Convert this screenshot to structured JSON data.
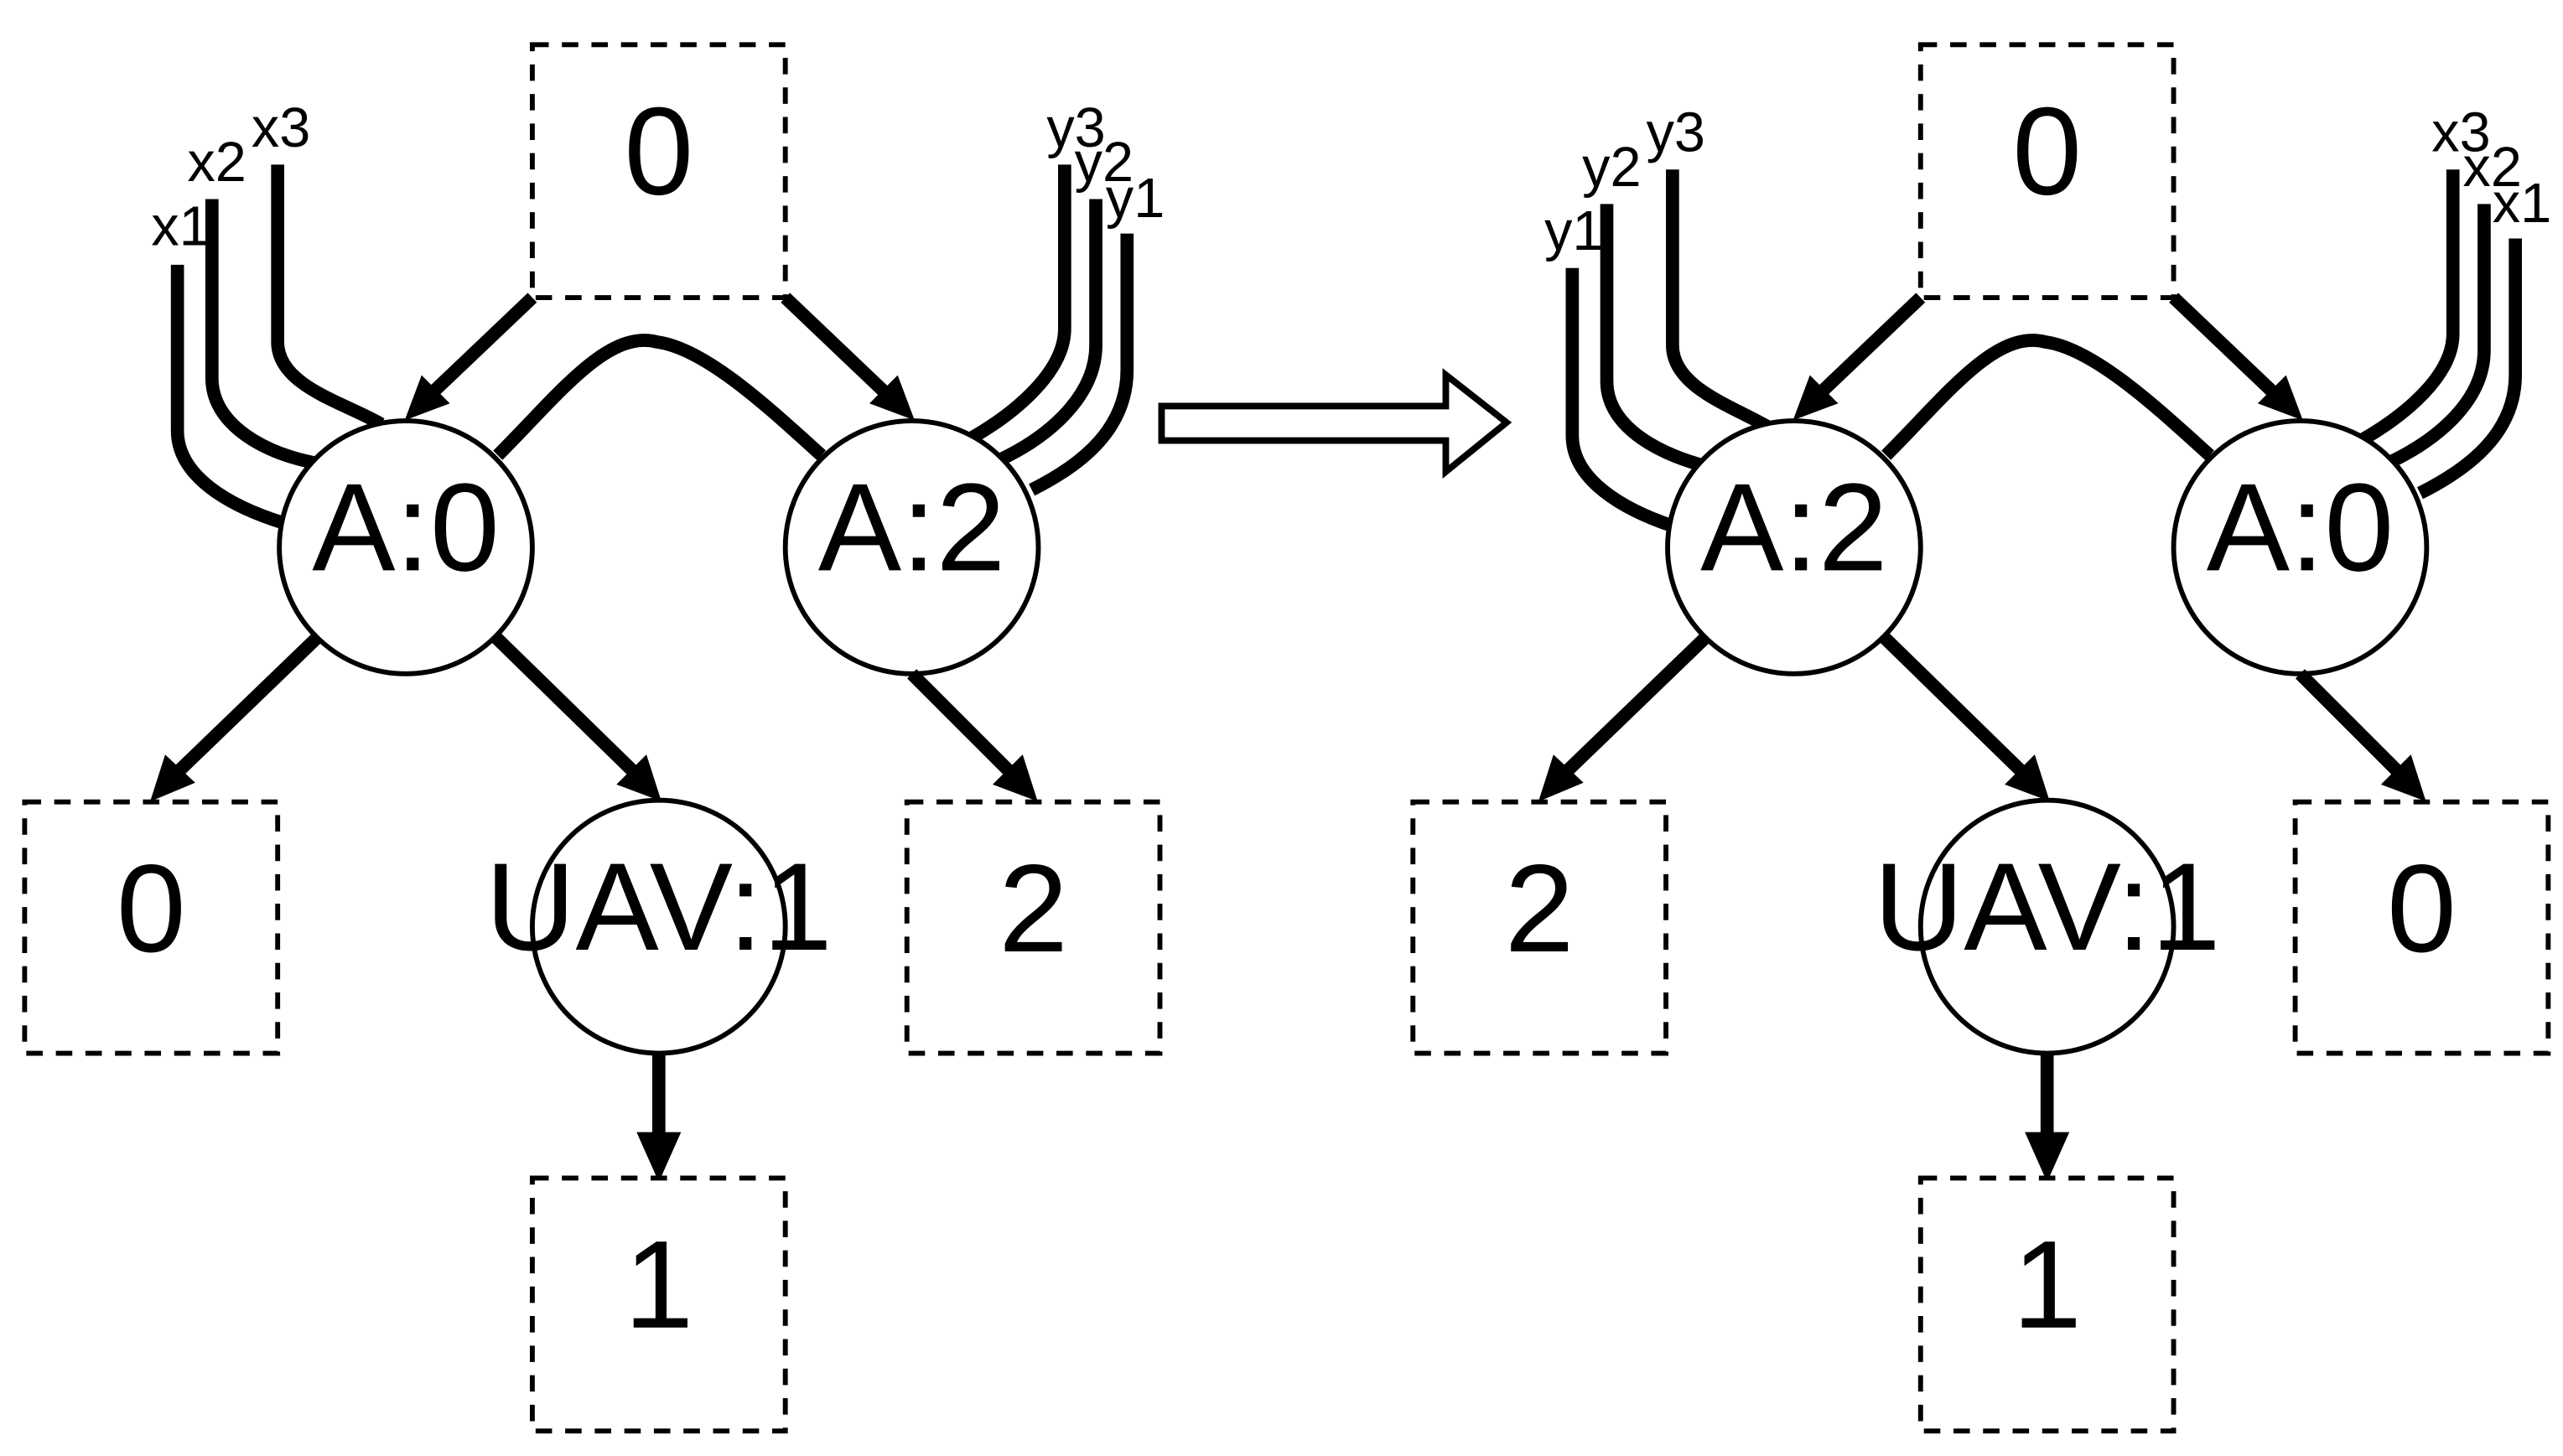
{
  "left": {
    "top_box": "0",
    "node_a": "A:0",
    "node_b": "A:2",
    "node_uav": "UAV:1",
    "box_left": "0",
    "box_right": "2",
    "box_bottom": "1",
    "wires_left": [
      "x1",
      "x2",
      "x3"
    ],
    "wires_right": [
      "y3",
      "y2",
      "y1"
    ]
  },
  "right": {
    "top_box": "0",
    "node_a": "A:2",
    "node_b": "A:0",
    "node_uav": "UAV:1",
    "box_left": "2",
    "box_right": "0",
    "box_bottom": "1",
    "wires_left": [
      "y1",
      "y2",
      "y3"
    ],
    "wires_right": [
      "x3",
      "x2",
      "x1"
    ]
  },
  "colors": {
    "stroke": "#000000",
    "fill": "#ffffff"
  }
}
